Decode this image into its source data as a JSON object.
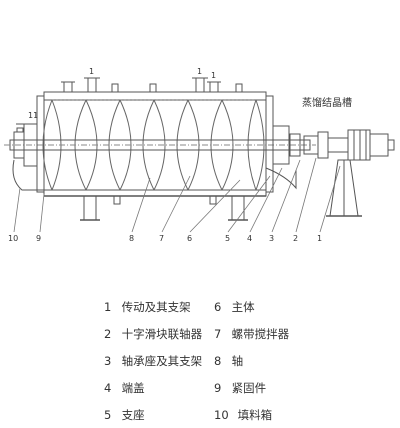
{
  "diagram": {
    "title": "蒸馏结晶槽",
    "callouts": [
      "1",
      "2",
      "3",
      "4",
      "5",
      "6",
      "7",
      "8",
      "9",
      "10"
    ],
    "top_marks": [
      "1",
      "1",
      "1"
    ],
    "side_mark": "11"
  },
  "legend": {
    "items": [
      {
        "num": "1",
        "text": "传动及其支架"
      },
      {
        "num": "2",
        "text": "十字滑块联轴器"
      },
      {
        "num": "3",
        "text": "轴承座及其支架"
      },
      {
        "num": "4",
        "text": "端盖"
      },
      {
        "num": "5",
        "text": "支座"
      },
      {
        "num": "6",
        "text": "主体"
      },
      {
        "num": "7",
        "text": "螺带搅拌器"
      },
      {
        "num": "8",
        "text": "轴"
      },
      {
        "num": "9",
        "text": "紧固件"
      },
      {
        "num": "10",
        "text": "填料箱"
      }
    ]
  }
}
